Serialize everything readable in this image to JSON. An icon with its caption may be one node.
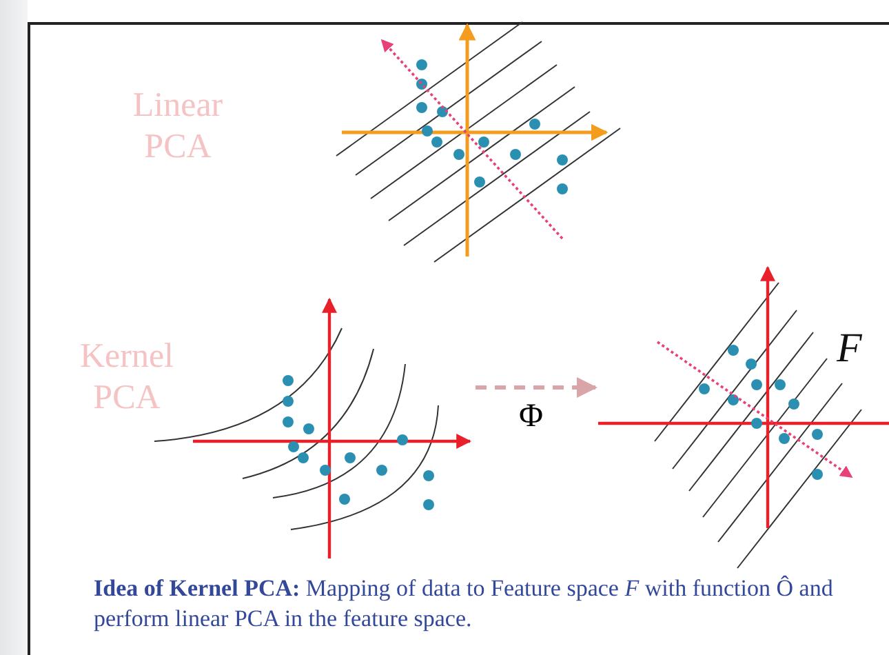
{
  "diagram": {
    "caption": "**Idea of Kernel PCA:** Mapping of data to Feature space *F* with function Ô and perform linear PCA in the feature space.",
    "nodes": [
      {
        "text": [],
        "shape": "picture"
      },
      {
        "text": [
          "F"
        ]
      }
    ],
    "edges": [
      {
        "from": 0,
        "to": 1,
        "arrow": "to",
        "label": "Φ",
        "style": "dashed",
        "color": "#d9a5a8"
      }
    ],
    "labels": [
      "Linear PCA",
      "Kernel PCA"
    ]
  }
}
